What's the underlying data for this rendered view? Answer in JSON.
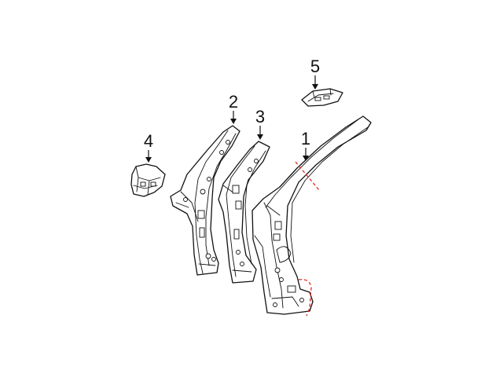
{
  "diagram": {
    "callouts": [
      {
        "id": "1",
        "label": "1"
      },
      {
        "id": "2",
        "label": "2"
      },
      {
        "id": "3",
        "label": "3"
      },
      {
        "id": "4",
        "label": "4"
      },
      {
        "id": "5",
        "label": "5"
      }
    ],
    "colors": {
      "line": "#111111",
      "cut_line": "#e8221b",
      "background": "#ffffff"
    }
  }
}
